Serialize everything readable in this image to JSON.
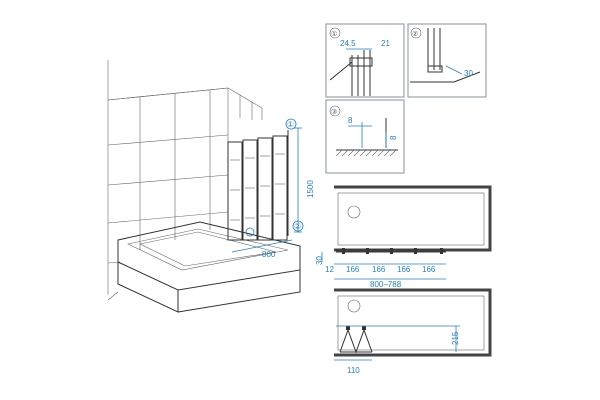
{
  "iso_view": {
    "height_label": "1500",
    "width_label": "800",
    "circle1": "①",
    "circle2": "②"
  },
  "detail1": {
    "number": "①",
    "dim_a": "24.5",
    "dim_b": "21"
  },
  "detail2": {
    "number": "②",
    "dim_a": "30"
  },
  "detail3": {
    "number": "③",
    "dim_a": "8",
    "dim_b": "8"
  },
  "plan_top": {
    "gap_label": "30",
    "side_label": "12",
    "segments": [
      "166",
      "166",
      "166",
      "166"
    ],
    "total_label": "800–788"
  },
  "plan_bottom": {
    "width_label": "110",
    "depth_label": "215"
  },
  "colors": {
    "dimension": "#2b7fb8",
    "line": "#333333",
    "frame": "#9aa3a8"
  }
}
